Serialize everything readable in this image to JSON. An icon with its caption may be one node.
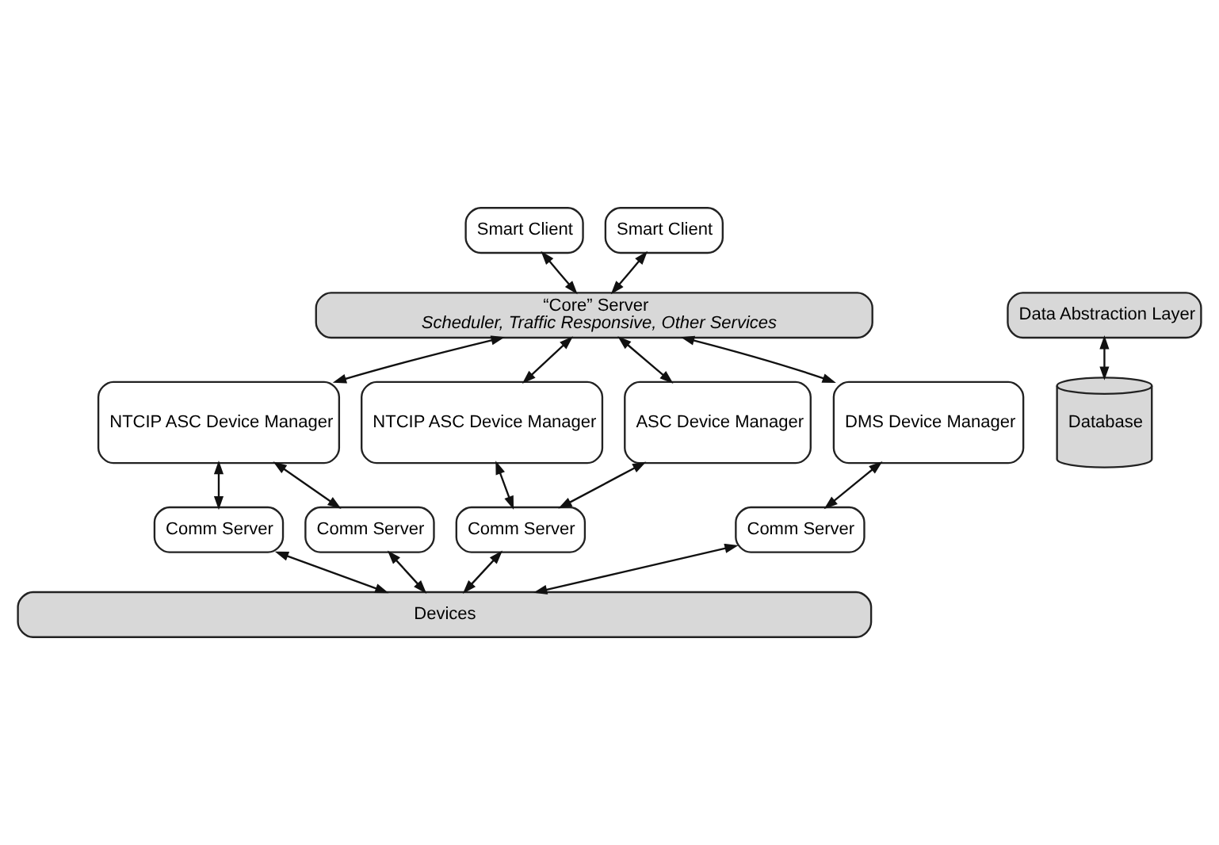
{
  "diagram": {
    "nodes": [
      {
        "text": [
          "Smart Client"
        ]
      },
      {
        "text": [
          "Smart Client"
        ]
      },
      {
        "text": [
          "“Core” Server",
          "Scheduler, Traffic Responsive, Other Services"
        ]
      },
      {
        "text": [
          "Data Abstraction Layer"
        ]
      },
      {
        "text": [
          "NTCIP ASC Device Manager"
        ]
      },
      {
        "text": [
          "NTCIP ASC Device Manager"
        ]
      },
      {
        "text": [
          "ASC Device Manager"
        ]
      },
      {
        "text": [
          "DMS Device Manager"
        ]
      },
      {
        "text": [
          "Database"
        ]
      },
      {
        "text": [
          "Comm Server"
        ]
      },
      {
        "text": [
          "Comm Server"
        ]
      },
      {
        "text": [
          "Comm Server"
        ]
      },
      {
        "text": [
          "Comm Server"
        ]
      },
      {
        "text": [
          "Devices"
        ]
      }
    ],
    "edges": [
      {
        "from": 0,
        "to": 2,
        "arrow": "both"
      },
      {
        "from": 1,
        "to": 2,
        "arrow": "both"
      },
      {
        "from": 2,
        "to": 4,
        "arrow": "both"
      },
      {
        "from": 2,
        "to": 5,
        "arrow": "both"
      },
      {
        "from": 2,
        "to": 6,
        "arrow": "both"
      },
      {
        "from": 2,
        "to": 7,
        "arrow": "both"
      },
      {
        "from": 3,
        "to": 8,
        "arrow": "both"
      },
      {
        "from": 4,
        "to": 9,
        "arrow": "both"
      },
      {
        "from": 4,
        "to": 10,
        "arrow": "both"
      },
      {
        "from": 5,
        "to": 11,
        "arrow": "both"
      },
      {
        "from": 6,
        "to": 11,
        "arrow": "both"
      },
      {
        "from": 7,
        "to": 12,
        "arrow": "both"
      },
      {
        "from": 9,
        "to": 13,
        "arrow": "both"
      },
      {
        "from": 10,
        "to": 13,
        "arrow": "both"
      },
      {
        "from": 11,
        "to": 13,
        "arrow": "both"
      },
      {
        "from": 12,
        "to": 13,
        "arrow": "both"
      }
    ]
  }
}
